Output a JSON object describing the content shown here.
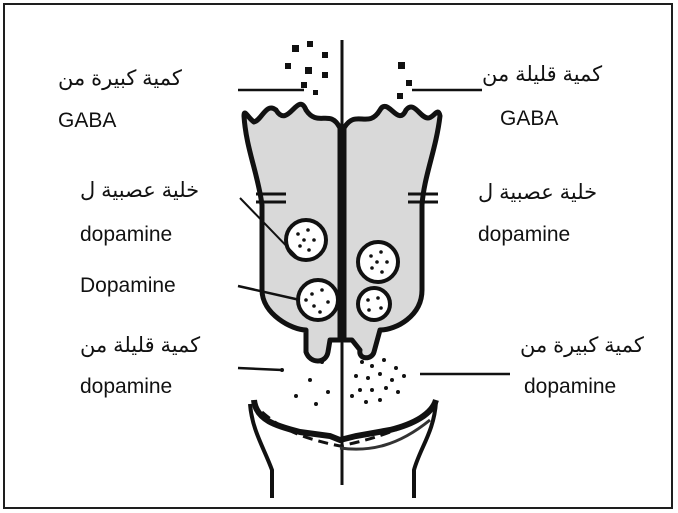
{
  "diagram": {
    "left": {
      "gaba_amount": "كمية كبيرة من",
      "gaba_name": "GABA",
      "neuron_label": "خلية عصبية ل",
      "neuron_name": "dopamine",
      "vesicle_label": "Dopamine",
      "dopamine_amount": "كمية قليلة من",
      "dopamine_name": "dopamine"
    },
    "right": {
      "gaba_amount": "كمية قليلة من",
      "gaba_name": "GABA",
      "neuron_label": "خلية عصبية ل",
      "neuron_name": "dopamine",
      "dopamine_amount": "كمية كبيرة من",
      "dopamine_name": "dopamine"
    },
    "colors": {
      "outline": "#111111",
      "cell_fill": "#d9d9d9",
      "background": "#ffffff"
    }
  }
}
